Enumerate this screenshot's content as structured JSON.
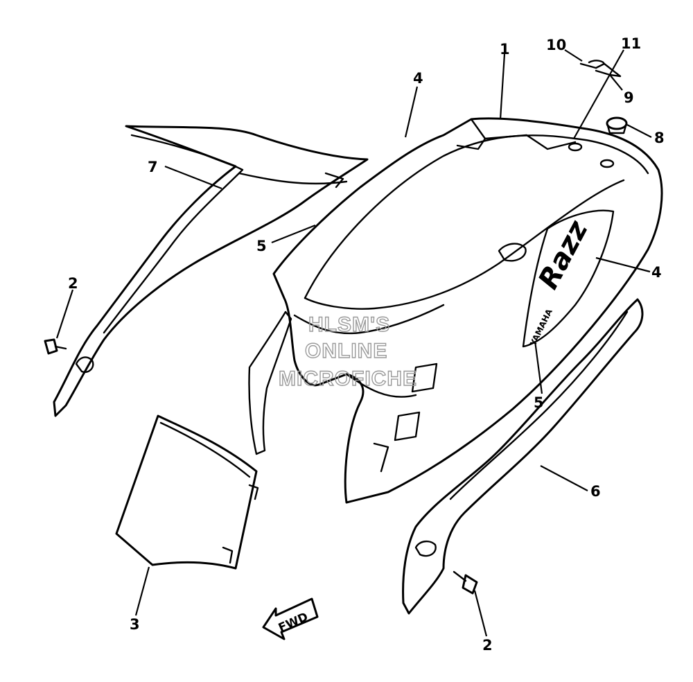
{
  "callouts": {
    "c1": "1",
    "c2a": "2",
    "c2b": "2",
    "c3": "3",
    "c4a": "4",
    "c4b": "4",
    "c5a": "5",
    "c5b": "5",
    "c6": "6",
    "c7": "7",
    "c8": "8",
    "c9": "9",
    "c10": "10",
    "c11": "11"
  },
  "watermark": {
    "line1": "HLSM'S",
    "line2": "ONLINE",
    "line3": "MICROFICHE"
  },
  "decals": {
    "model": "Razz",
    "brand": "YAMAHA"
  },
  "direction_arrow": {
    "label": "FWD"
  }
}
